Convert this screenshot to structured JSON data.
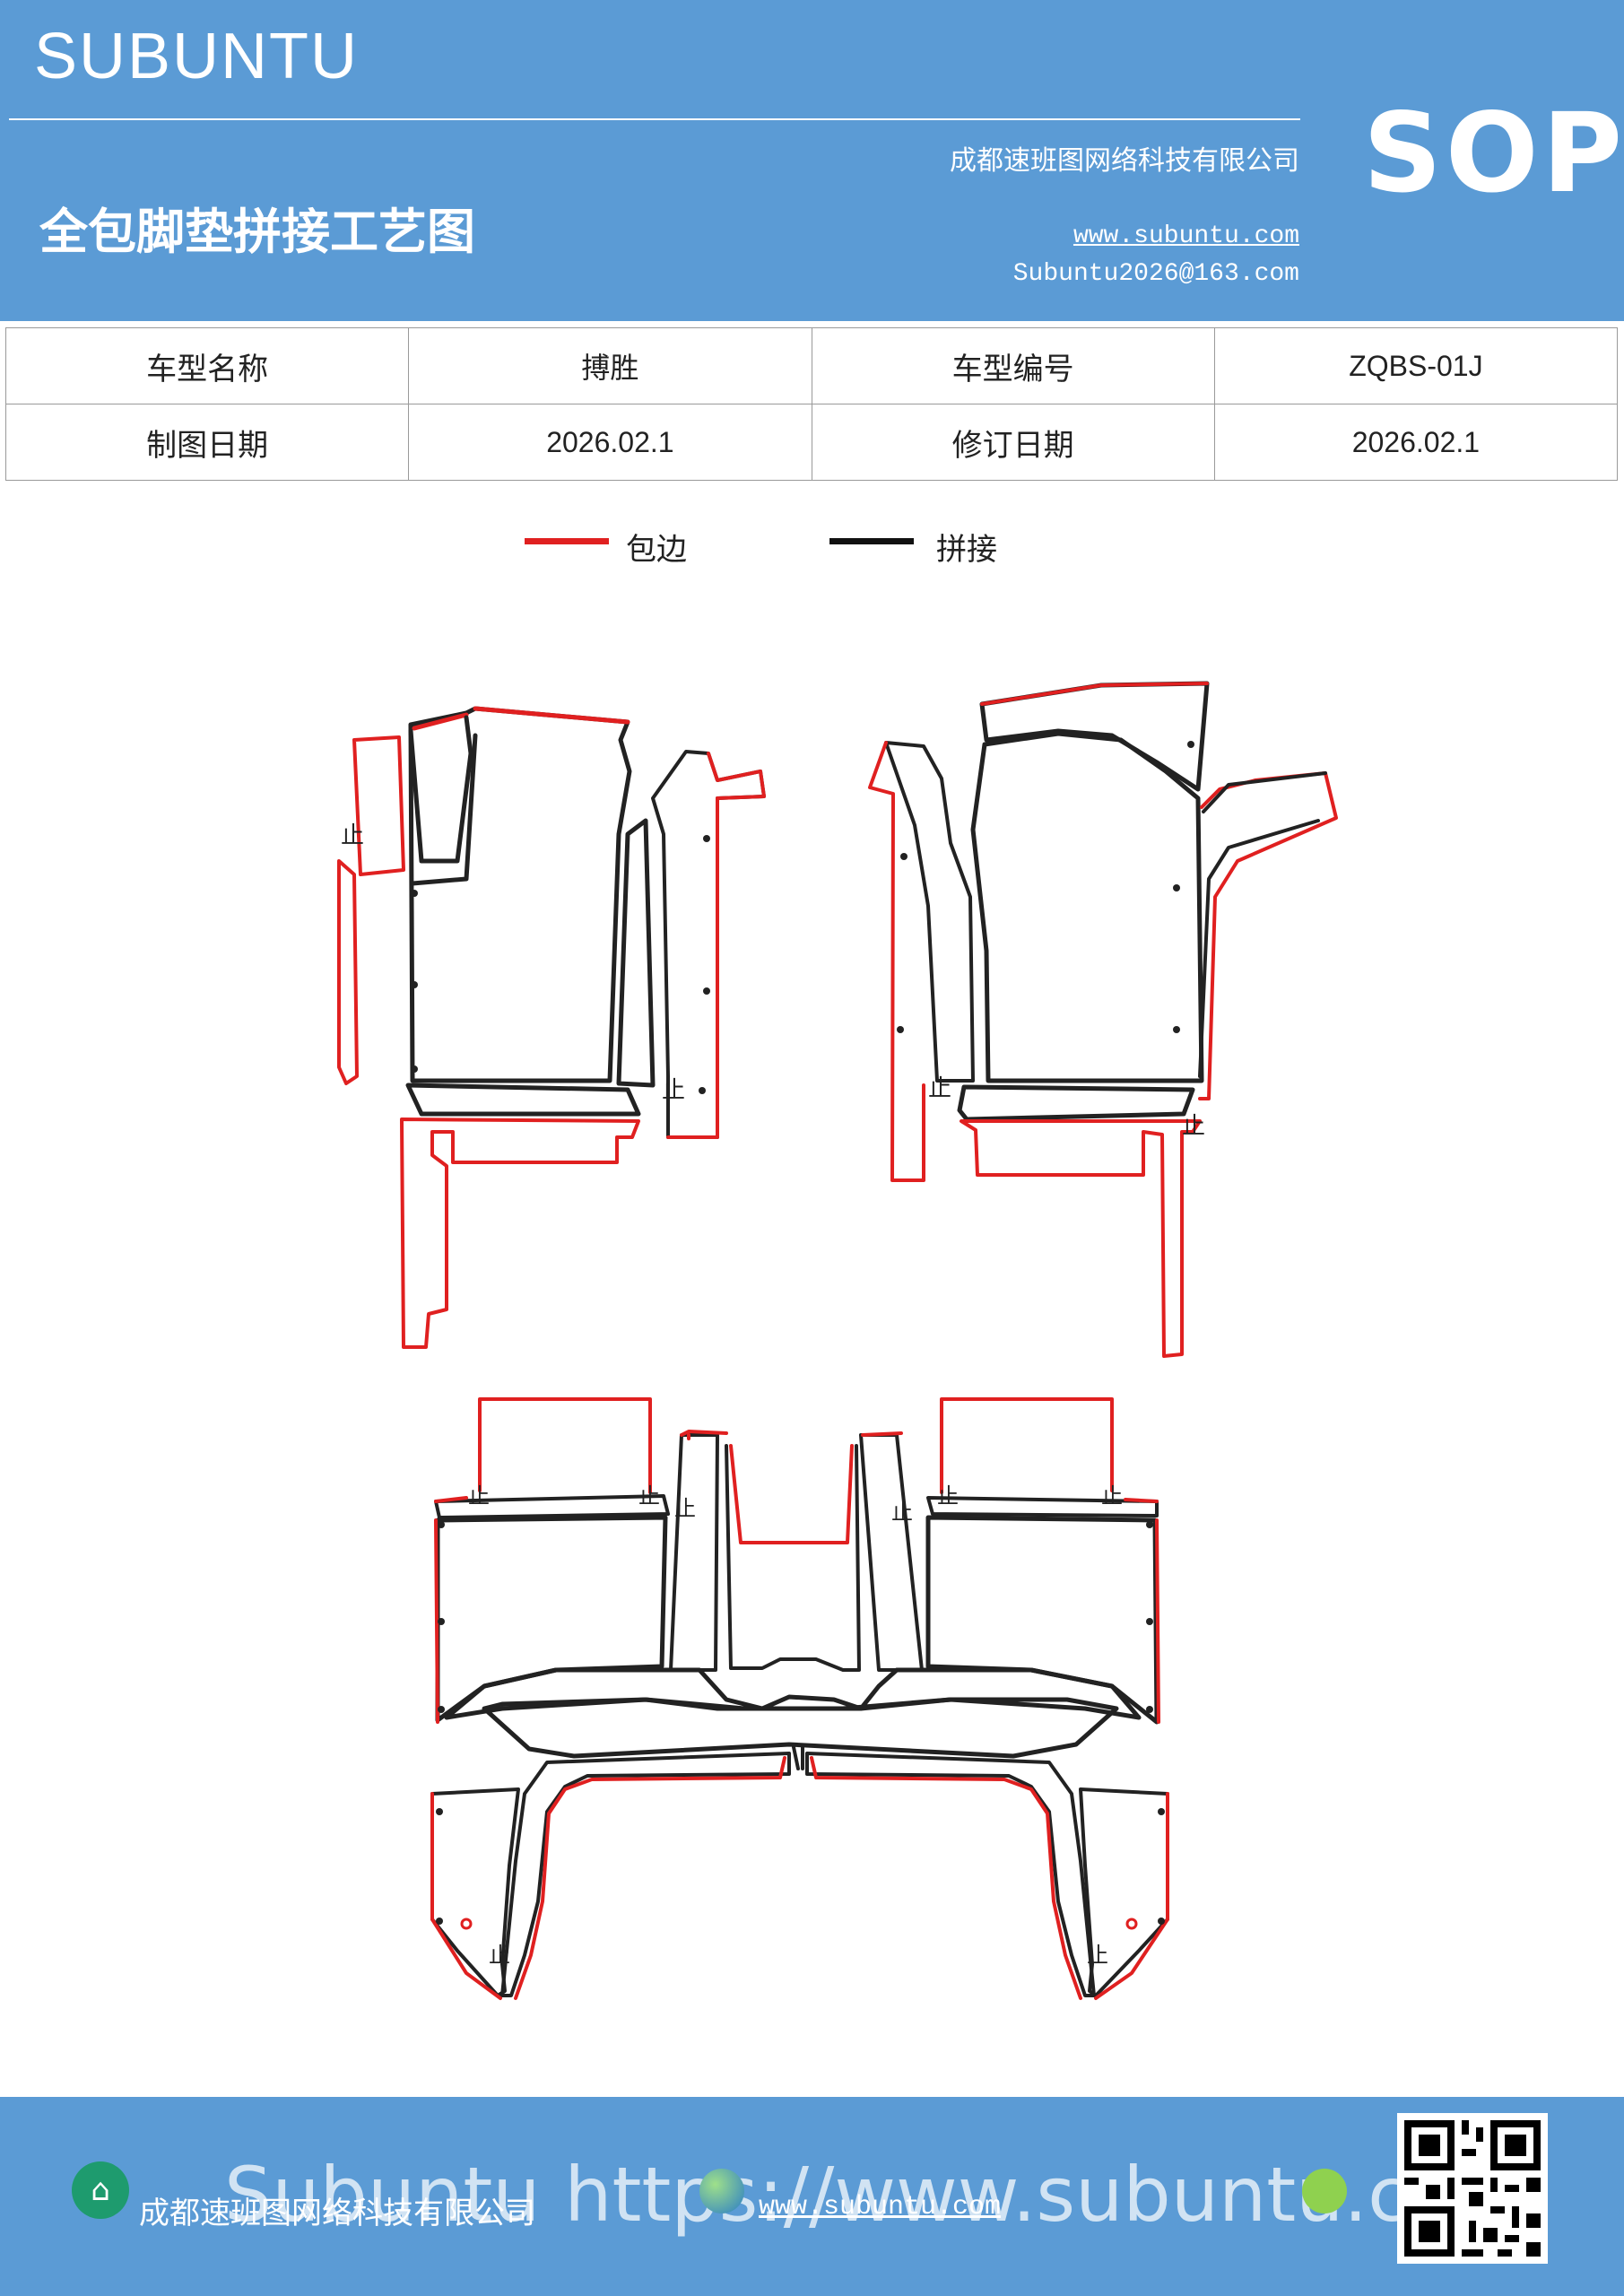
{
  "header": {
    "brand": "SUBUNTU",
    "badge": "SOP",
    "doc_title": "全包脚垫拼接工艺图",
    "company": "成都速班图网络科技有限公司",
    "website": "www.subuntu.com",
    "email": "Subuntu2026@163.com",
    "background_color": "#5b9bd5"
  },
  "info_table": {
    "rows": [
      [
        "车型名称",
        "搏胜",
        "车型编号",
        "ZQBS-01J"
      ],
      [
        "制图日期",
        "2026.02.1",
        "修订日期",
        "2026.02.1"
      ]
    ]
  },
  "legend": {
    "items": [
      {
        "label": "包边",
        "color": "#e02020"
      },
      {
        "label": "拼接",
        "color": "#111111"
      }
    ]
  },
  "diagram": {
    "stop_mark": "止",
    "outline_color": "#e02020",
    "seam_color": "#222222"
  },
  "footer": {
    "company": "成都速班图网络科技有限公司",
    "website": "www.subuntu.com",
    "watermark": "Subuntu https://www.subuntu.com",
    "logo_icon": "building-icon",
    "background_color": "#5b9bd5"
  }
}
